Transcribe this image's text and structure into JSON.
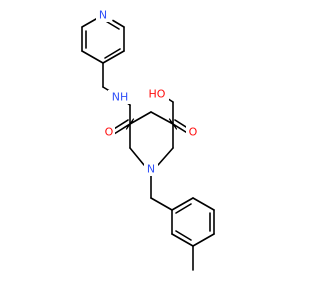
{
  "colors": {
    "bond": "#000000",
    "N": "#3050f8",
    "O": "#ff0d0d",
    "background": "#ffffff"
  },
  "atoms": {
    "pyridine_n": "N",
    "amide_nh": "NH",
    "amide_o": "O",
    "acid_oh": "HO",
    "acid_o": "O",
    "piperidine_n": "N"
  }
}
